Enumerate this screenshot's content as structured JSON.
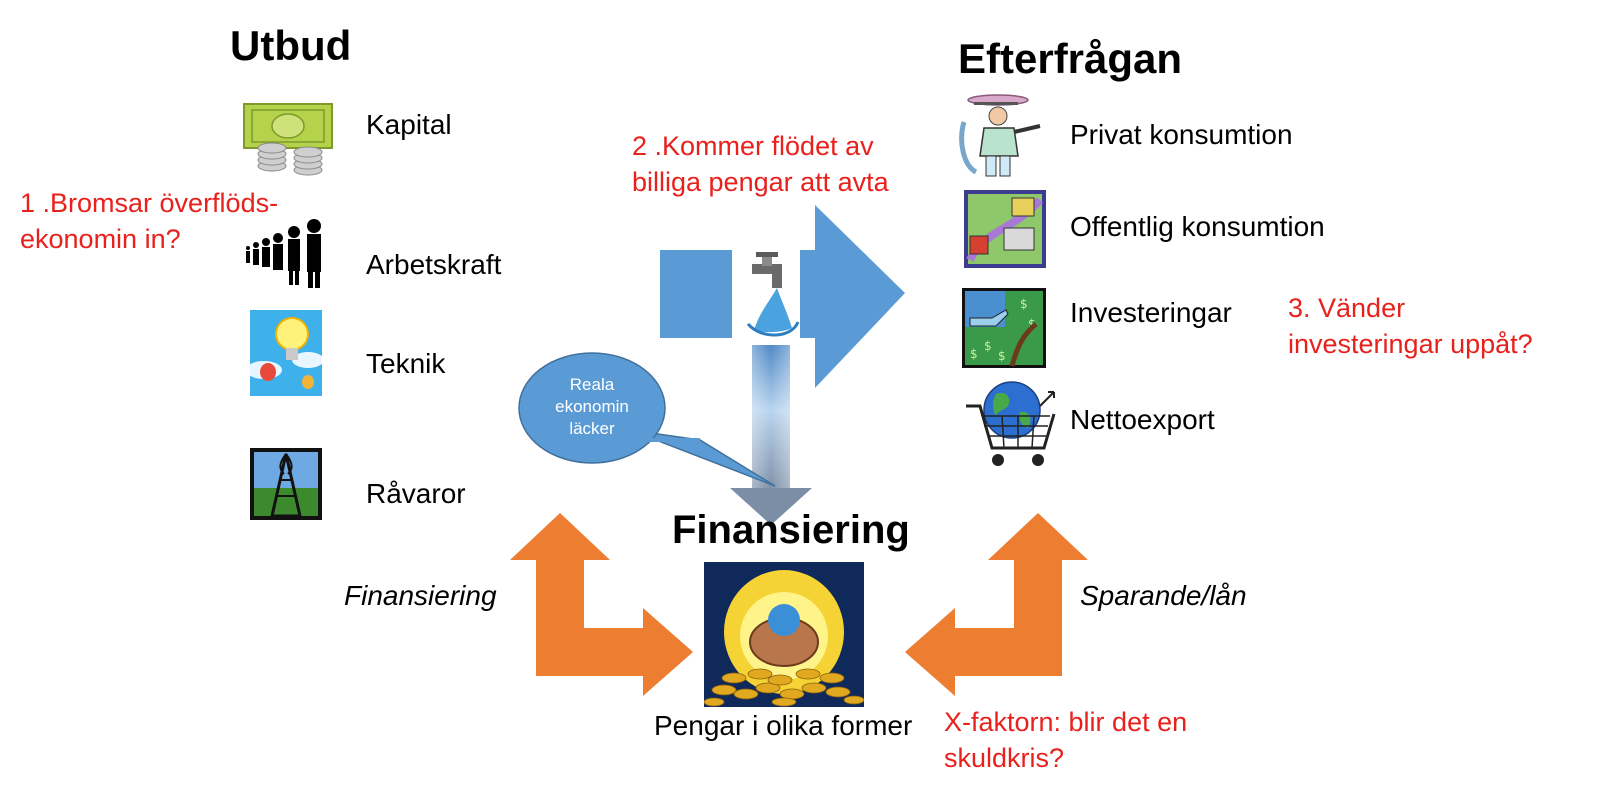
{
  "supply": {
    "title": "Utbud",
    "items": [
      "Kapital",
      "Arbetskraft",
      "Teknik",
      "Råvaror"
    ]
  },
  "demand": {
    "title": "Efterfrågan",
    "items": [
      "Privat konsumtion",
      "Offentlig konsumtion",
      "Investeringar",
      "Nettoexport"
    ]
  },
  "financing": {
    "title": "Finansiering",
    "caption": "Pengar i olika former",
    "left_arrow_label": "Finansiering",
    "right_arrow_label": "Sparande/lån"
  },
  "callout": {
    "line1": "Reala",
    "line2": "ekonomin",
    "line3": "läcker"
  },
  "questions": {
    "q1_line1": "1 .Bromsar överflöds-",
    "q1_line2": "ekonomin in?",
    "q2_line1": "2 .Kommer flödet av",
    "q2_line2": "billiga pengar att avta",
    "q3_line1": "3. Vänder",
    "q3_line2": "investeringar uppåt?",
    "x_line1": "X-faktorn: blir det en",
    "x_line2": "skuldkris?"
  },
  "colors": {
    "blue_arrow": "#5b9bd5",
    "orange_arrow": "#ed7d31",
    "question_red": "#e8211d"
  },
  "icons": {
    "kapital": "money-icon",
    "arbetskraft": "people-silhouettes-icon",
    "teknik": "lightbulb-balloon-icon",
    "ravaror": "oil-derrick-icon",
    "privat": "waiter-icon",
    "offentlig": "city-map-icon",
    "investeringar": "watering-money-icon",
    "nettoexport": "globe-cart-icon",
    "finansiering": "piggy-bank-gold-icon",
    "faucet": "water-tap-icon"
  }
}
